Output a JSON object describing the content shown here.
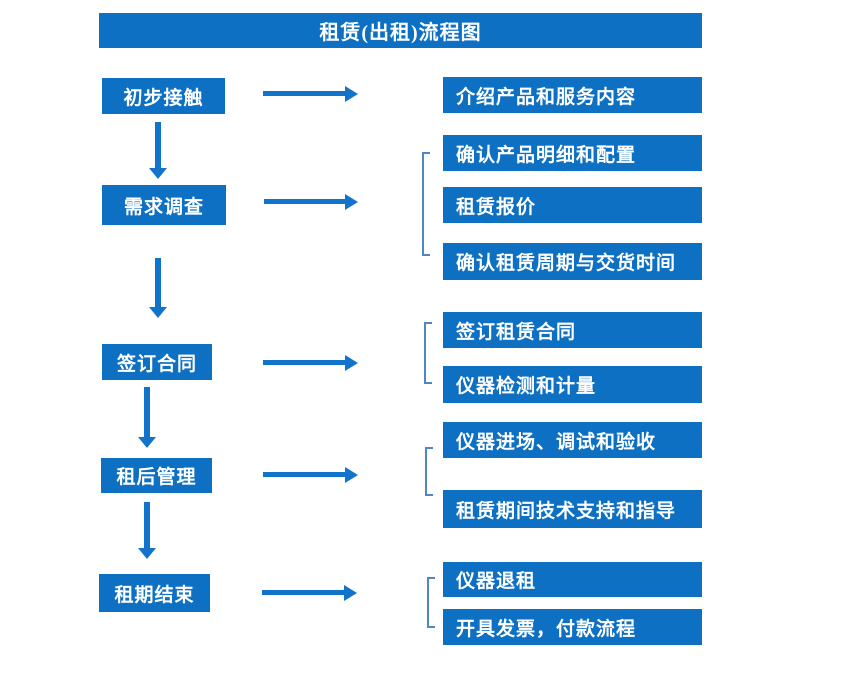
{
  "title": "租赁(出租)流程图",
  "colors": {
    "bg": "#ffffff",
    "box": "#0d70c2",
    "arrow": "#1273cb",
    "bracket": "#4f86c6",
    "text": "#ffffff"
  },
  "steps": [
    {
      "label": "初步接触",
      "details": [
        "介绍产品和服务内容"
      ]
    },
    {
      "label": "需求调查",
      "details": [
        "确认产品明细和配置",
        "租赁报价",
        "确认租赁周期与交货时间"
      ]
    },
    {
      "label": "签订合同",
      "details": [
        "签订租赁合同",
        "仪器检测和计量"
      ]
    },
    {
      "label": "租后管理",
      "details": [
        "仪器进场、调试和验收",
        "租赁期间技术支持和指导"
      ]
    },
    {
      "label": "租期结束",
      "details": [
        "仪器退租",
        "开具发票，付款流程"
      ]
    }
  ]
}
